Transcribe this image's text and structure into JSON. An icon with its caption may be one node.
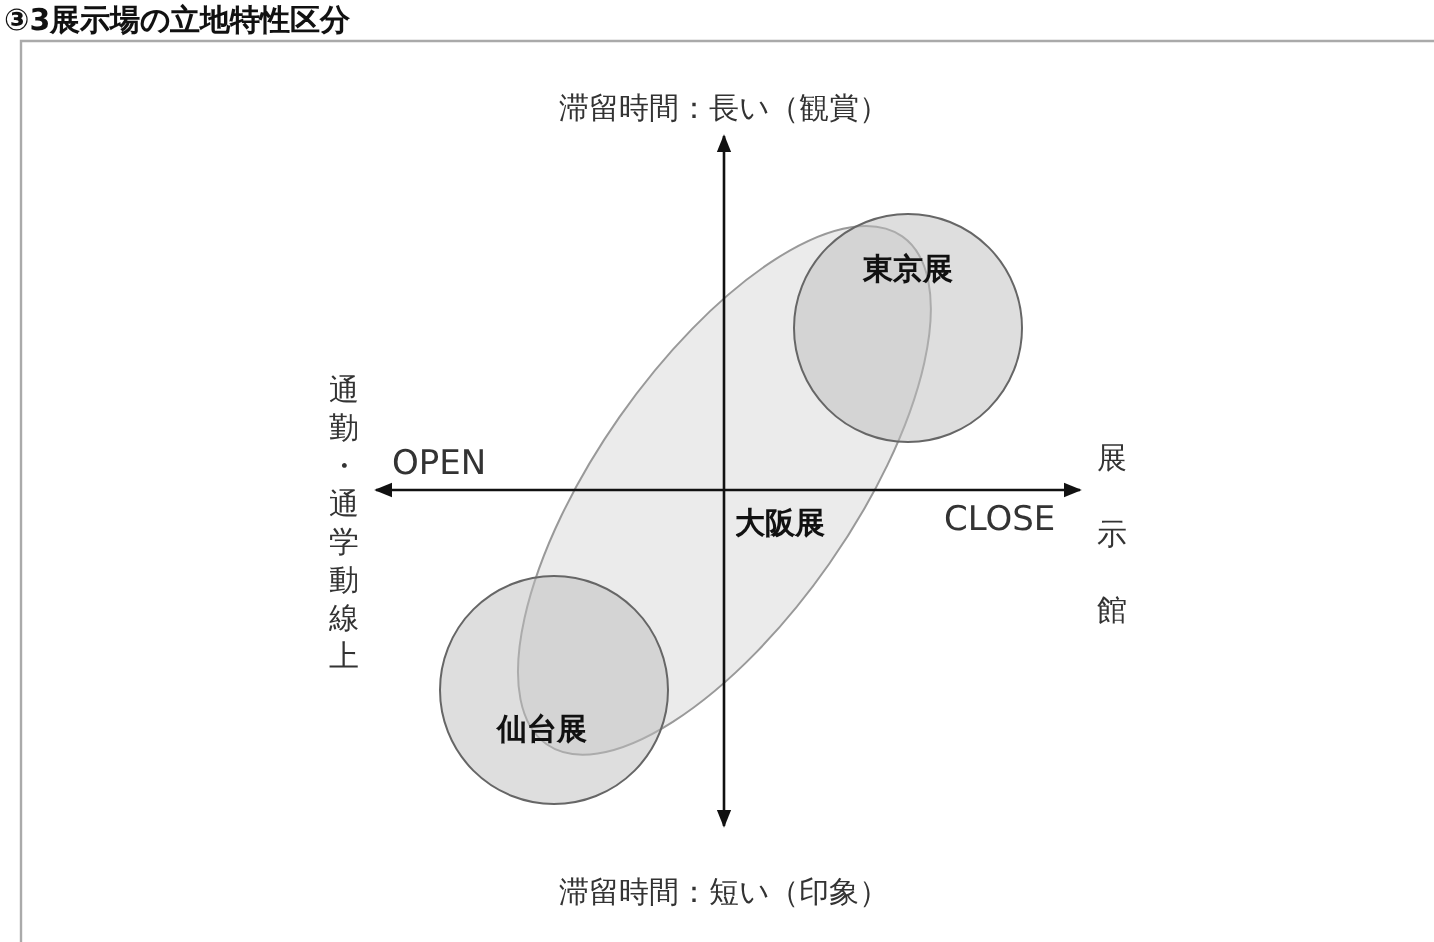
{
  "diagram": {
    "title": "③3展示場の立地特性区分",
    "nodes": [
      {
        "text": [
          "東京展"
        ]
      },
      {
        "text": [
          "大阪展"
        ]
      },
      {
        "text": [
          "仙台展"
        ]
      }
    ],
    "labels": [
      "滞留時間：長い（観賞）",
      "通勤・通学動線上",
      "OPEN",
      "展示館",
      "CLOSE",
      "滞留時間：短い（印象）"
    ]
  }
}
